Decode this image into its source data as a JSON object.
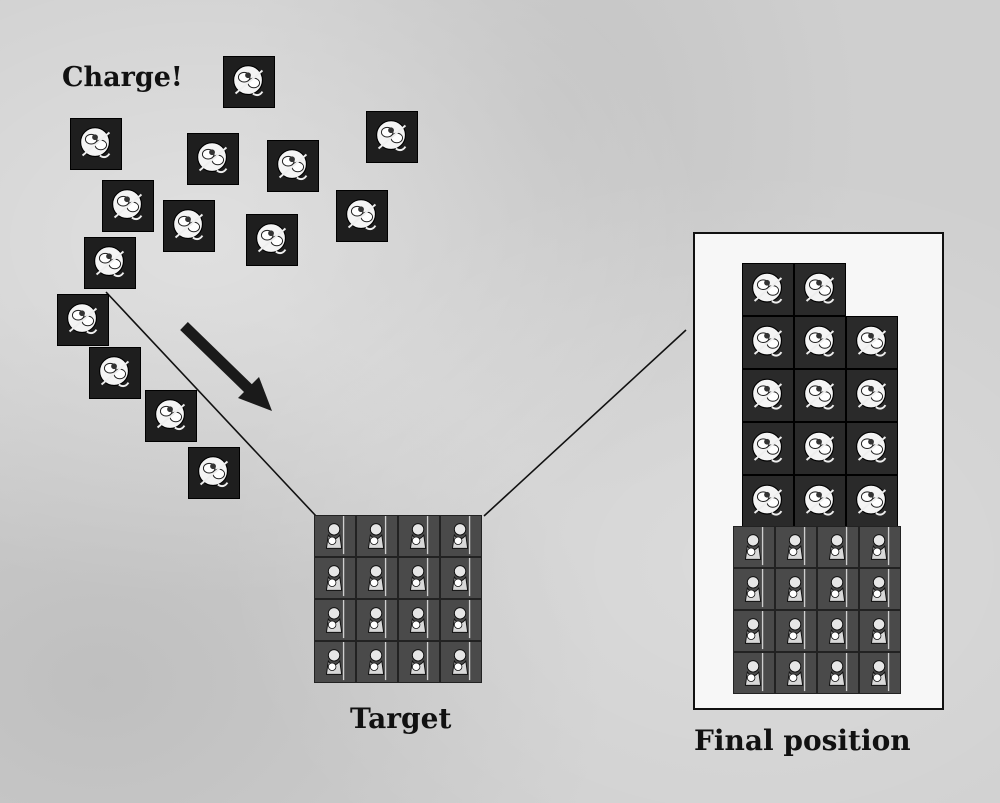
{
  "labels": {
    "charge": "Charge!",
    "target": "Target",
    "final_position": "Final position"
  },
  "colors": {
    "background": "#cfcfcf",
    "tile_dark": "#1e1e1e",
    "infantry_fill": "#4a4a4a",
    "final_box_bg": "#f7f7f7",
    "line": "#111111"
  },
  "icons": {
    "cavalry": "cavalry-rider-icon",
    "infantry": "spearman-icon",
    "arrow": "charge-direction-arrow-icon"
  },
  "units": {
    "charging_cavalry_count": 14,
    "target_infantry": {
      "columns": 4,
      "rows": 4
    },
    "final_cavalry": {
      "columns": 3,
      "rows": [
        2,
        3,
        3,
        3,
        3
      ]
    },
    "final_infantry": {
      "columns": 4,
      "rows": 4
    }
  }
}
